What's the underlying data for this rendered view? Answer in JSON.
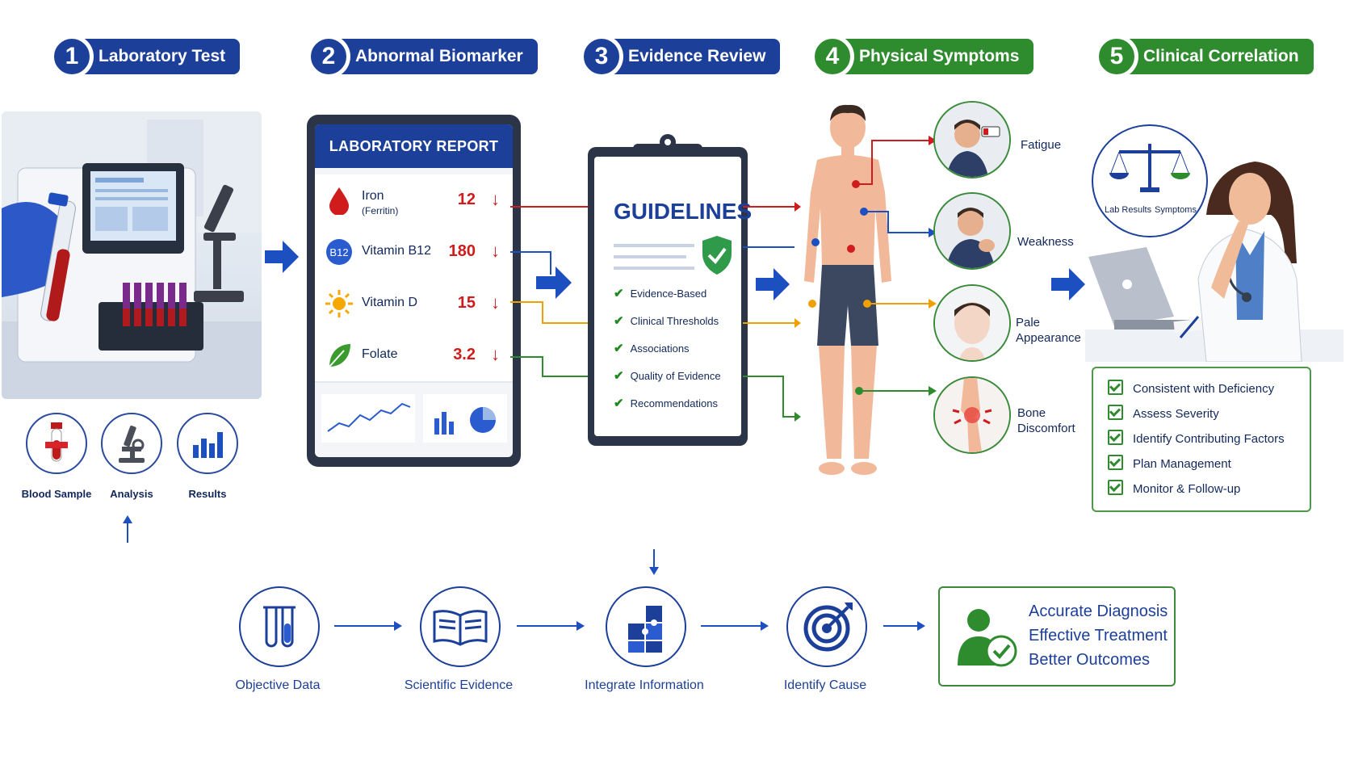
{
  "steps": [
    {
      "num": "1",
      "label": "Laboratory Test"
    },
    {
      "num": "2",
      "label": "Abnormal Biomarker"
    },
    {
      "num": "3",
      "label": "Evidence Review"
    },
    {
      "num": "4",
      "label": "Physical Symptoms"
    },
    {
      "num": "5",
      "label": "Clinical Correlation"
    }
  ],
  "lab_icons": [
    "Blood Sample",
    "Analysis",
    "Results"
  ],
  "report": {
    "title": "LABORATORY REPORT",
    "rows": [
      {
        "name": "Iron",
        "sub": "(Ferritin)",
        "value": "12",
        "arrow": "↓",
        "icon": "blood-drop-icon"
      },
      {
        "name": "Vitamin B12",
        "sub": "",
        "value": "180",
        "arrow": "↓",
        "icon": "b12-icon",
        "icon_text": "B12"
      },
      {
        "name": "Vitamin D",
        "sub": "",
        "value": "15",
        "arrow": "↓",
        "icon": "sun-icon"
      },
      {
        "name": "Folate",
        "sub": "",
        "value": "3.2",
        "arrow": "↓",
        "icon": "leaf-icon"
      }
    ]
  },
  "guidelines": {
    "title": "GUIDELINES",
    "items": [
      "Evidence-Based",
      "Clinical Thresholds",
      "Associations",
      "Quality of Evidence",
      "Recommendations"
    ]
  },
  "symptoms": [
    {
      "label": "Fatigue"
    },
    {
      "label": "Weakness"
    },
    {
      "label": "Pale\nAppearance"
    },
    {
      "label": "Bone\nDiscomfort"
    }
  ],
  "clinical": {
    "bubble_left": "Lab Results",
    "bubble_right": "Symptoms",
    "checks": [
      "Consistent with Deficiency",
      "Assess Severity",
      "Identify Contributing Factors",
      "Plan Management",
      "Monitor & Follow-up"
    ]
  },
  "flow": [
    "Objective Data",
    "Scientific Evidence",
    "Integrate Information",
    "Identify Cause"
  ],
  "outcomes": [
    "Accurate Diagnosis",
    "Effective Treatment",
    "Better Outcomes"
  ],
  "colors": {
    "blue": "#1c3f99",
    "green": "#2e8b2e",
    "red": "#d01c1c",
    "orange": "#f0a000"
  }
}
